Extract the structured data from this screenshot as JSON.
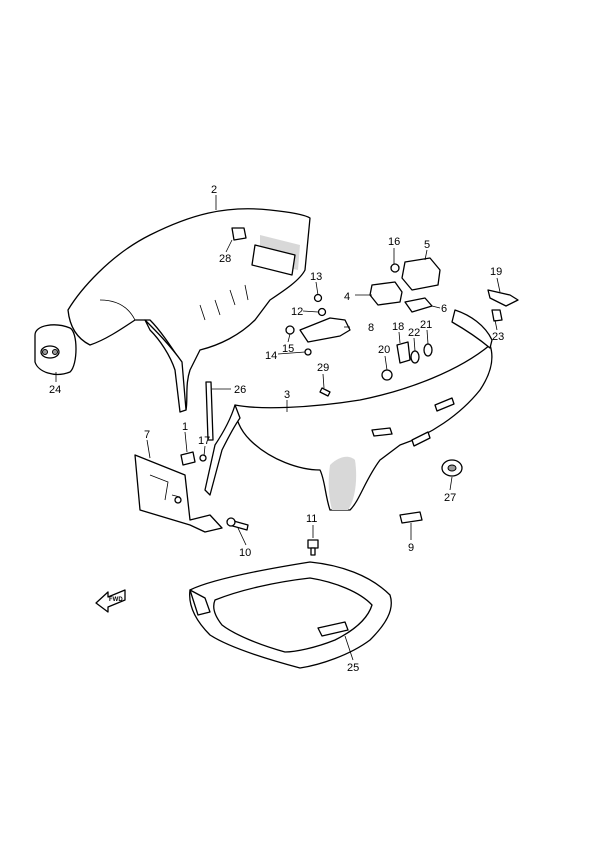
{
  "colors": {
    "line": "#000000",
    "background": "#ffffff",
    "shade": "#d8d8d8"
  },
  "direction_arrow": {
    "label": "FWD",
    "icon": "forward-arrow-icon"
  },
  "callouts": {
    "c1": "1",
    "c2": "2",
    "c3": "3",
    "c4": "4",
    "c5": "5",
    "c6": "6",
    "c7": "7",
    "c8": "8",
    "c9": "9",
    "c10": "10",
    "c11": "11",
    "c12": "12",
    "c13": "13",
    "c14": "14",
    "c15": "15",
    "c16": "16",
    "c17": "17",
    "c18": "18",
    "c19": "19",
    "c20": "20",
    "c21": "21",
    "c22": "22",
    "c23": "23",
    "c24": "24",
    "c25": "25",
    "c26": "26",
    "c27": "27",
    "c28": "28",
    "c29": "29"
  }
}
